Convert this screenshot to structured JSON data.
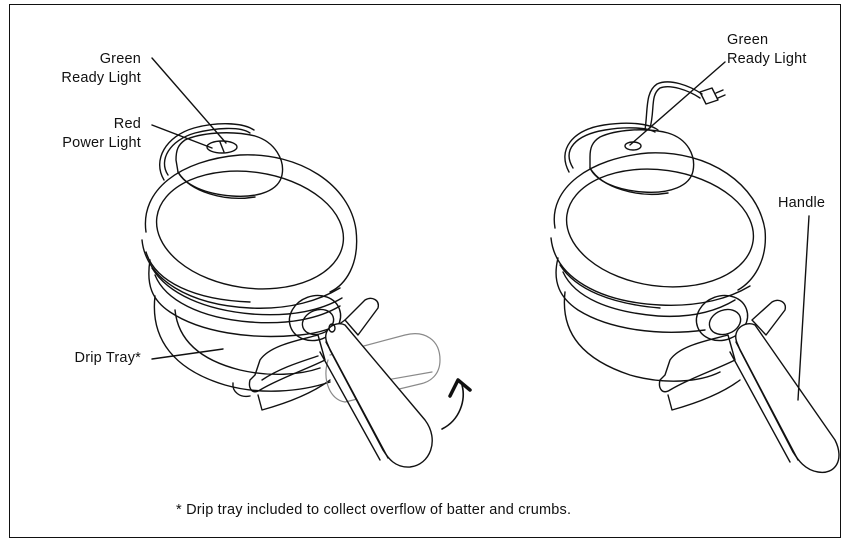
{
  "figure": {
    "type": "product-parts-diagram",
    "left_view": {
      "labels": [
        {
          "id": "green-ready-light",
          "line1": "Green",
          "line2": "Ready Light"
        },
        {
          "id": "red-power-light",
          "line1": "Red",
          "line2": "Power Light"
        },
        {
          "id": "drip-tray",
          "line1": "Drip Tray*"
        }
      ],
      "annotation": "rotate-handle-arrow"
    },
    "right_view": {
      "labels": [
        {
          "id": "green-ready-light",
          "line1": "Green",
          "line2": "Ready Light"
        },
        {
          "id": "handle",
          "line1": "Handle"
        }
      ]
    },
    "footnote": "* Drip tray included to collect overflow of batter and crumbs.",
    "colors": {
      "line": "#111111",
      "ghost": "#8a8a8a",
      "background": "#ffffff"
    }
  }
}
